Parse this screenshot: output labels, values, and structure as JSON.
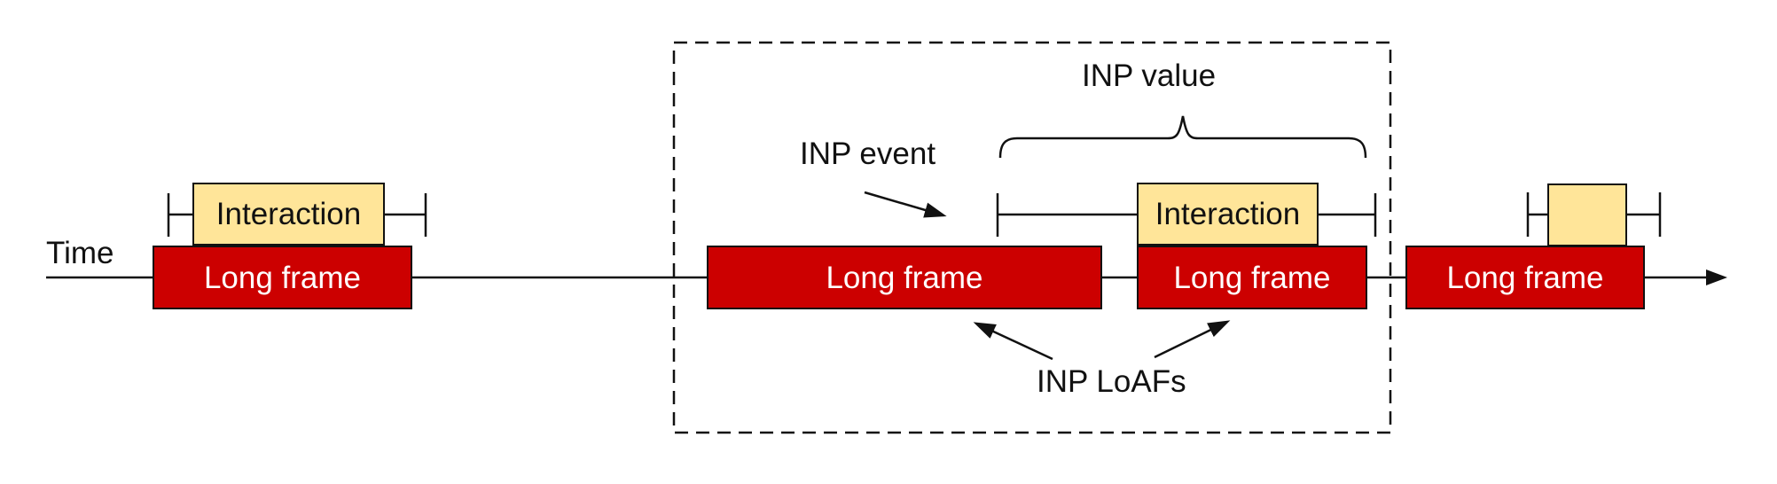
{
  "diagram": {
    "time_label": "Time",
    "boxes": {
      "long_frame_label": "Long frame",
      "interaction_label": "Interaction"
    },
    "annotations": {
      "inp_event": "INP event",
      "inp_value": "INP value",
      "inp_loafs": "INP LoAFs"
    },
    "colors": {
      "long_frame_fill": "#cc0000",
      "long_frame_text": "#ffffff",
      "interaction_fill": "#ffe599",
      "box_border": "#111111",
      "line_color": "#111111",
      "background": "#ffffff"
    }
  }
}
